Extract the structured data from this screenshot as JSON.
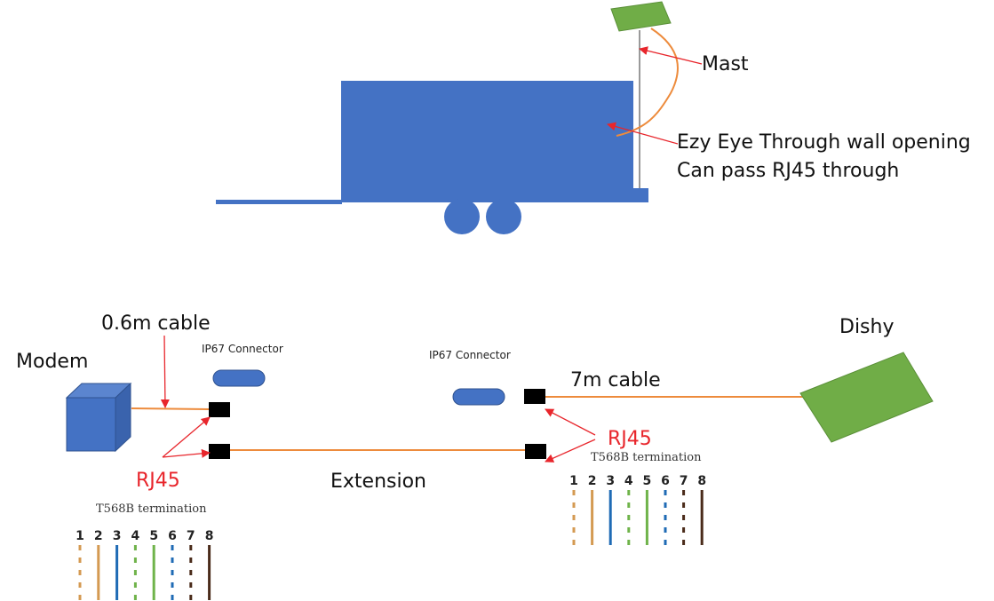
{
  "colors": {
    "trailer_blue": "#4472c4",
    "dish_green": "#70ad47",
    "cable_orange": "#ed8b3c",
    "arrow_red": "#e8262c",
    "connector_black": "#000000",
    "mast_gray": "#9a9a9a"
  },
  "labels": {
    "mast": "Mast",
    "ezy_eye_line1": "Ezy Eye Through wall opening",
    "ezy_eye_line2": "Can pass RJ45 through",
    "cable_short": "0.6m cable",
    "modem": "Modem",
    "ip67_left": "IP67 Connector",
    "ip67_right": "IP67 Connector",
    "cable_long": "7m cable",
    "dishy": "Dishy",
    "rj45_left": "RJ45",
    "rj45_right": "RJ45",
    "extension": "Extension",
    "termination_left": "T568B termination",
    "termination_right": "T568B termination"
  },
  "t568b_pins": [
    {
      "num": "1",
      "color": "#d49a52",
      "striped": true
    },
    {
      "num": "2",
      "color": "#d49a52",
      "striped": false
    },
    {
      "num": "3",
      "color": "#1f6bb5",
      "striped": false
    },
    {
      "num": "4",
      "color": "#6fb34a",
      "striped": true
    },
    {
      "num": "5",
      "color": "#6fb34a",
      "striped": false
    },
    {
      "num": "6",
      "color": "#1f6bb5",
      "striped": true
    },
    {
      "num": "7",
      "color": "#4a2b1a",
      "striped": true
    },
    {
      "num": "8",
      "color": "#4a2b1a",
      "striped": false
    }
  ]
}
